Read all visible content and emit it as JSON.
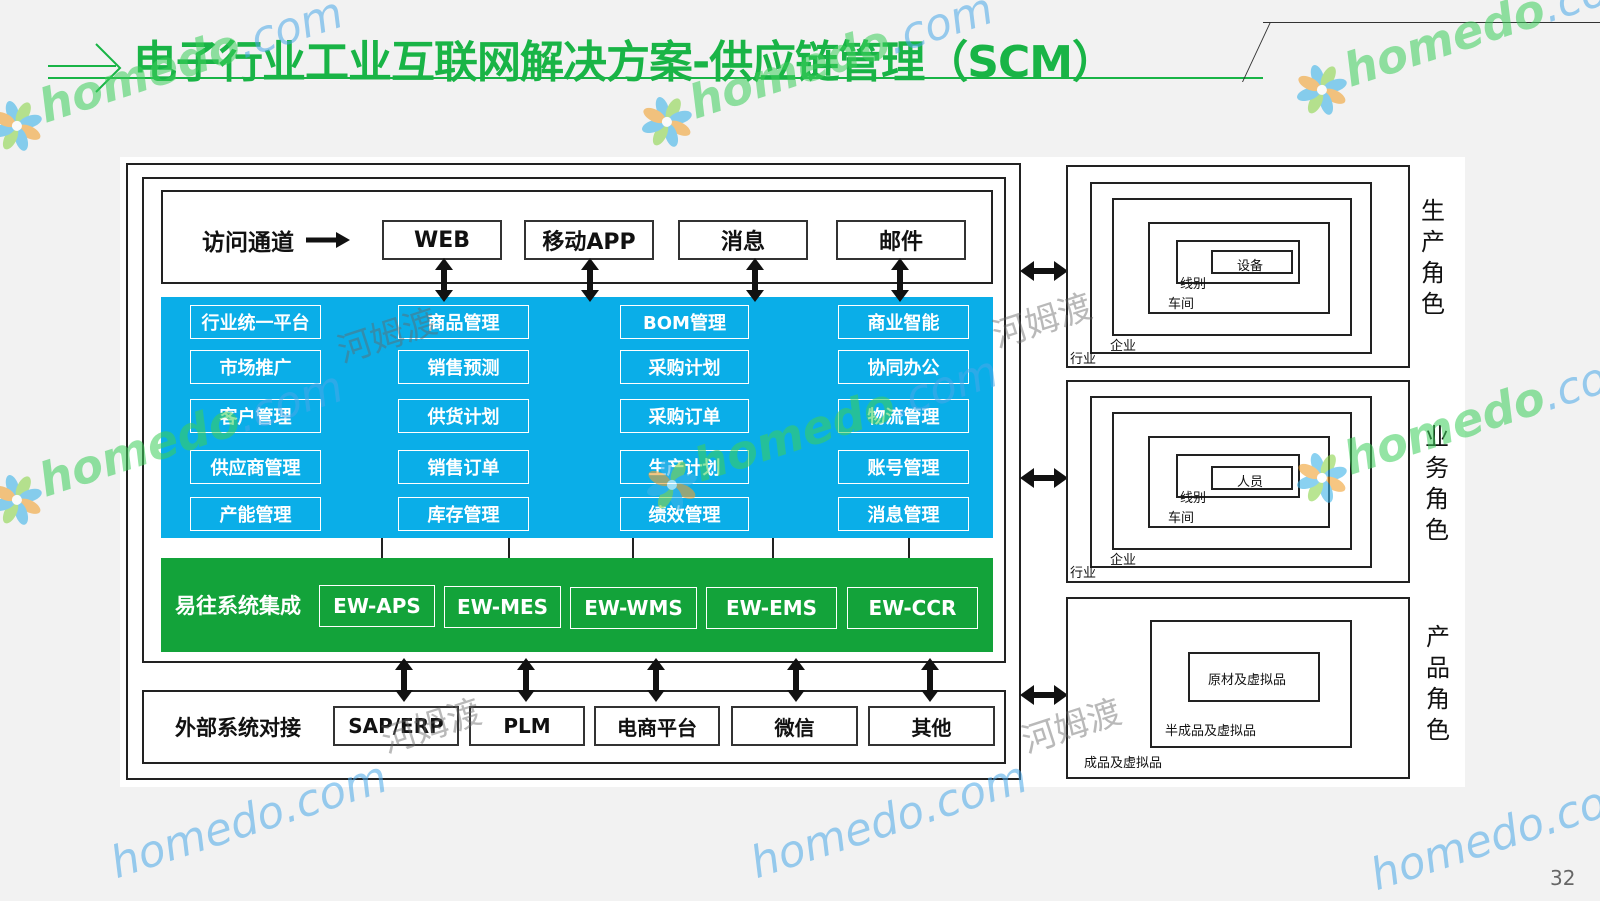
{
  "title": "电子行业工业互联网解决方案-供应链管理（SCM）",
  "access": {
    "label": "访问通道",
    "channels": [
      "WEB",
      "移动APP",
      "消息",
      "邮件"
    ]
  },
  "modules": [
    [
      "行业统一平台",
      "市场推广",
      "客户管理",
      "供应商管理",
      "产能管理"
    ],
    [
      "商品管理",
      "销售预测",
      "供货计划",
      "销售订单",
      "库存管理"
    ],
    [
      "BOM管理",
      "采购计划",
      "采购订单",
      "生产计划",
      "绩效管理"
    ],
    [
      "商业智能",
      "协同办公",
      "物流管理",
      "账号管理",
      "消息管理"
    ]
  ],
  "integration": {
    "label": "易往系统集成",
    "systems": [
      "EW-APS",
      "EW-MES",
      "EW-WMS",
      "EW-EMS",
      "EW-CCR"
    ]
  },
  "external": {
    "label": "外部系统对接",
    "systems": [
      "SAP/ERP",
      "PLM",
      "电商平台",
      "微信",
      "其他"
    ]
  },
  "roles": [
    {
      "name": "生产角色",
      "levels": [
        "行业",
        "企业",
        "车间",
        "线别",
        "设备"
      ]
    },
    {
      "name": "业务角色",
      "levels": [
        "行业",
        "企业",
        "车间",
        "线别",
        "人员"
      ]
    },
    {
      "name": "产品角色",
      "levels": [
        "成品及虚拟品",
        "半成品及虚拟品",
        "原材及虚拟品"
      ]
    }
  ],
  "watermark": {
    "brand": "homedo",
    "domain": ".com",
    "cn": "河姆渡"
  },
  "page_number": "32",
  "colors": {
    "title_green": "#19b446",
    "module_blue": "#0aaee8",
    "integration_green": "#13a33a"
  }
}
